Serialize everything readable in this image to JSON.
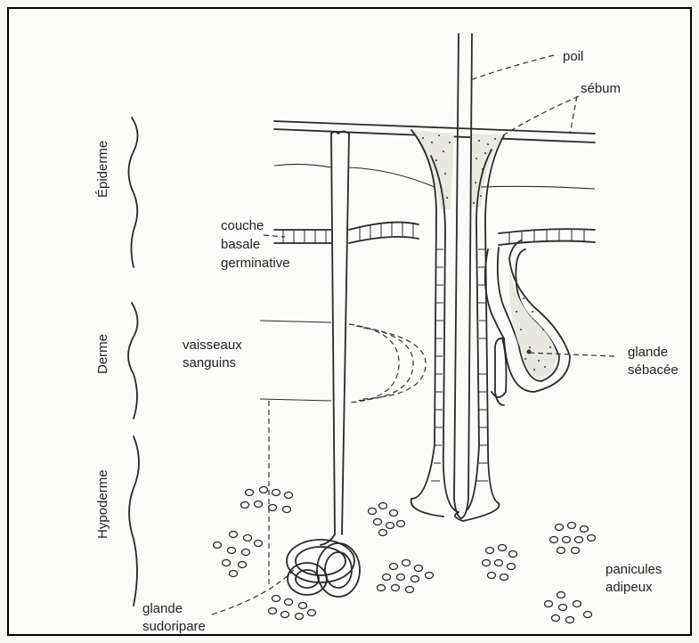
{
  "layers": {
    "epidermis": "Épiderme",
    "dermis": "Derme",
    "hypodermis": "Hypoderme"
  },
  "labels": {
    "hair": "poil",
    "sebum": "sébum",
    "basal_line1": "couche",
    "basal_line2": "basale",
    "basal_line3": "germinative",
    "vessels_line1": "vaisseaux",
    "vessels_line2": "sanguins",
    "sebaceous_line1": "glande",
    "sebaceous_line2": "sébacée",
    "adipose_line1": "panicules",
    "adipose_line2": "adipeux",
    "sweat_line1": "glande",
    "sweat_line2": "sudoripare"
  }
}
